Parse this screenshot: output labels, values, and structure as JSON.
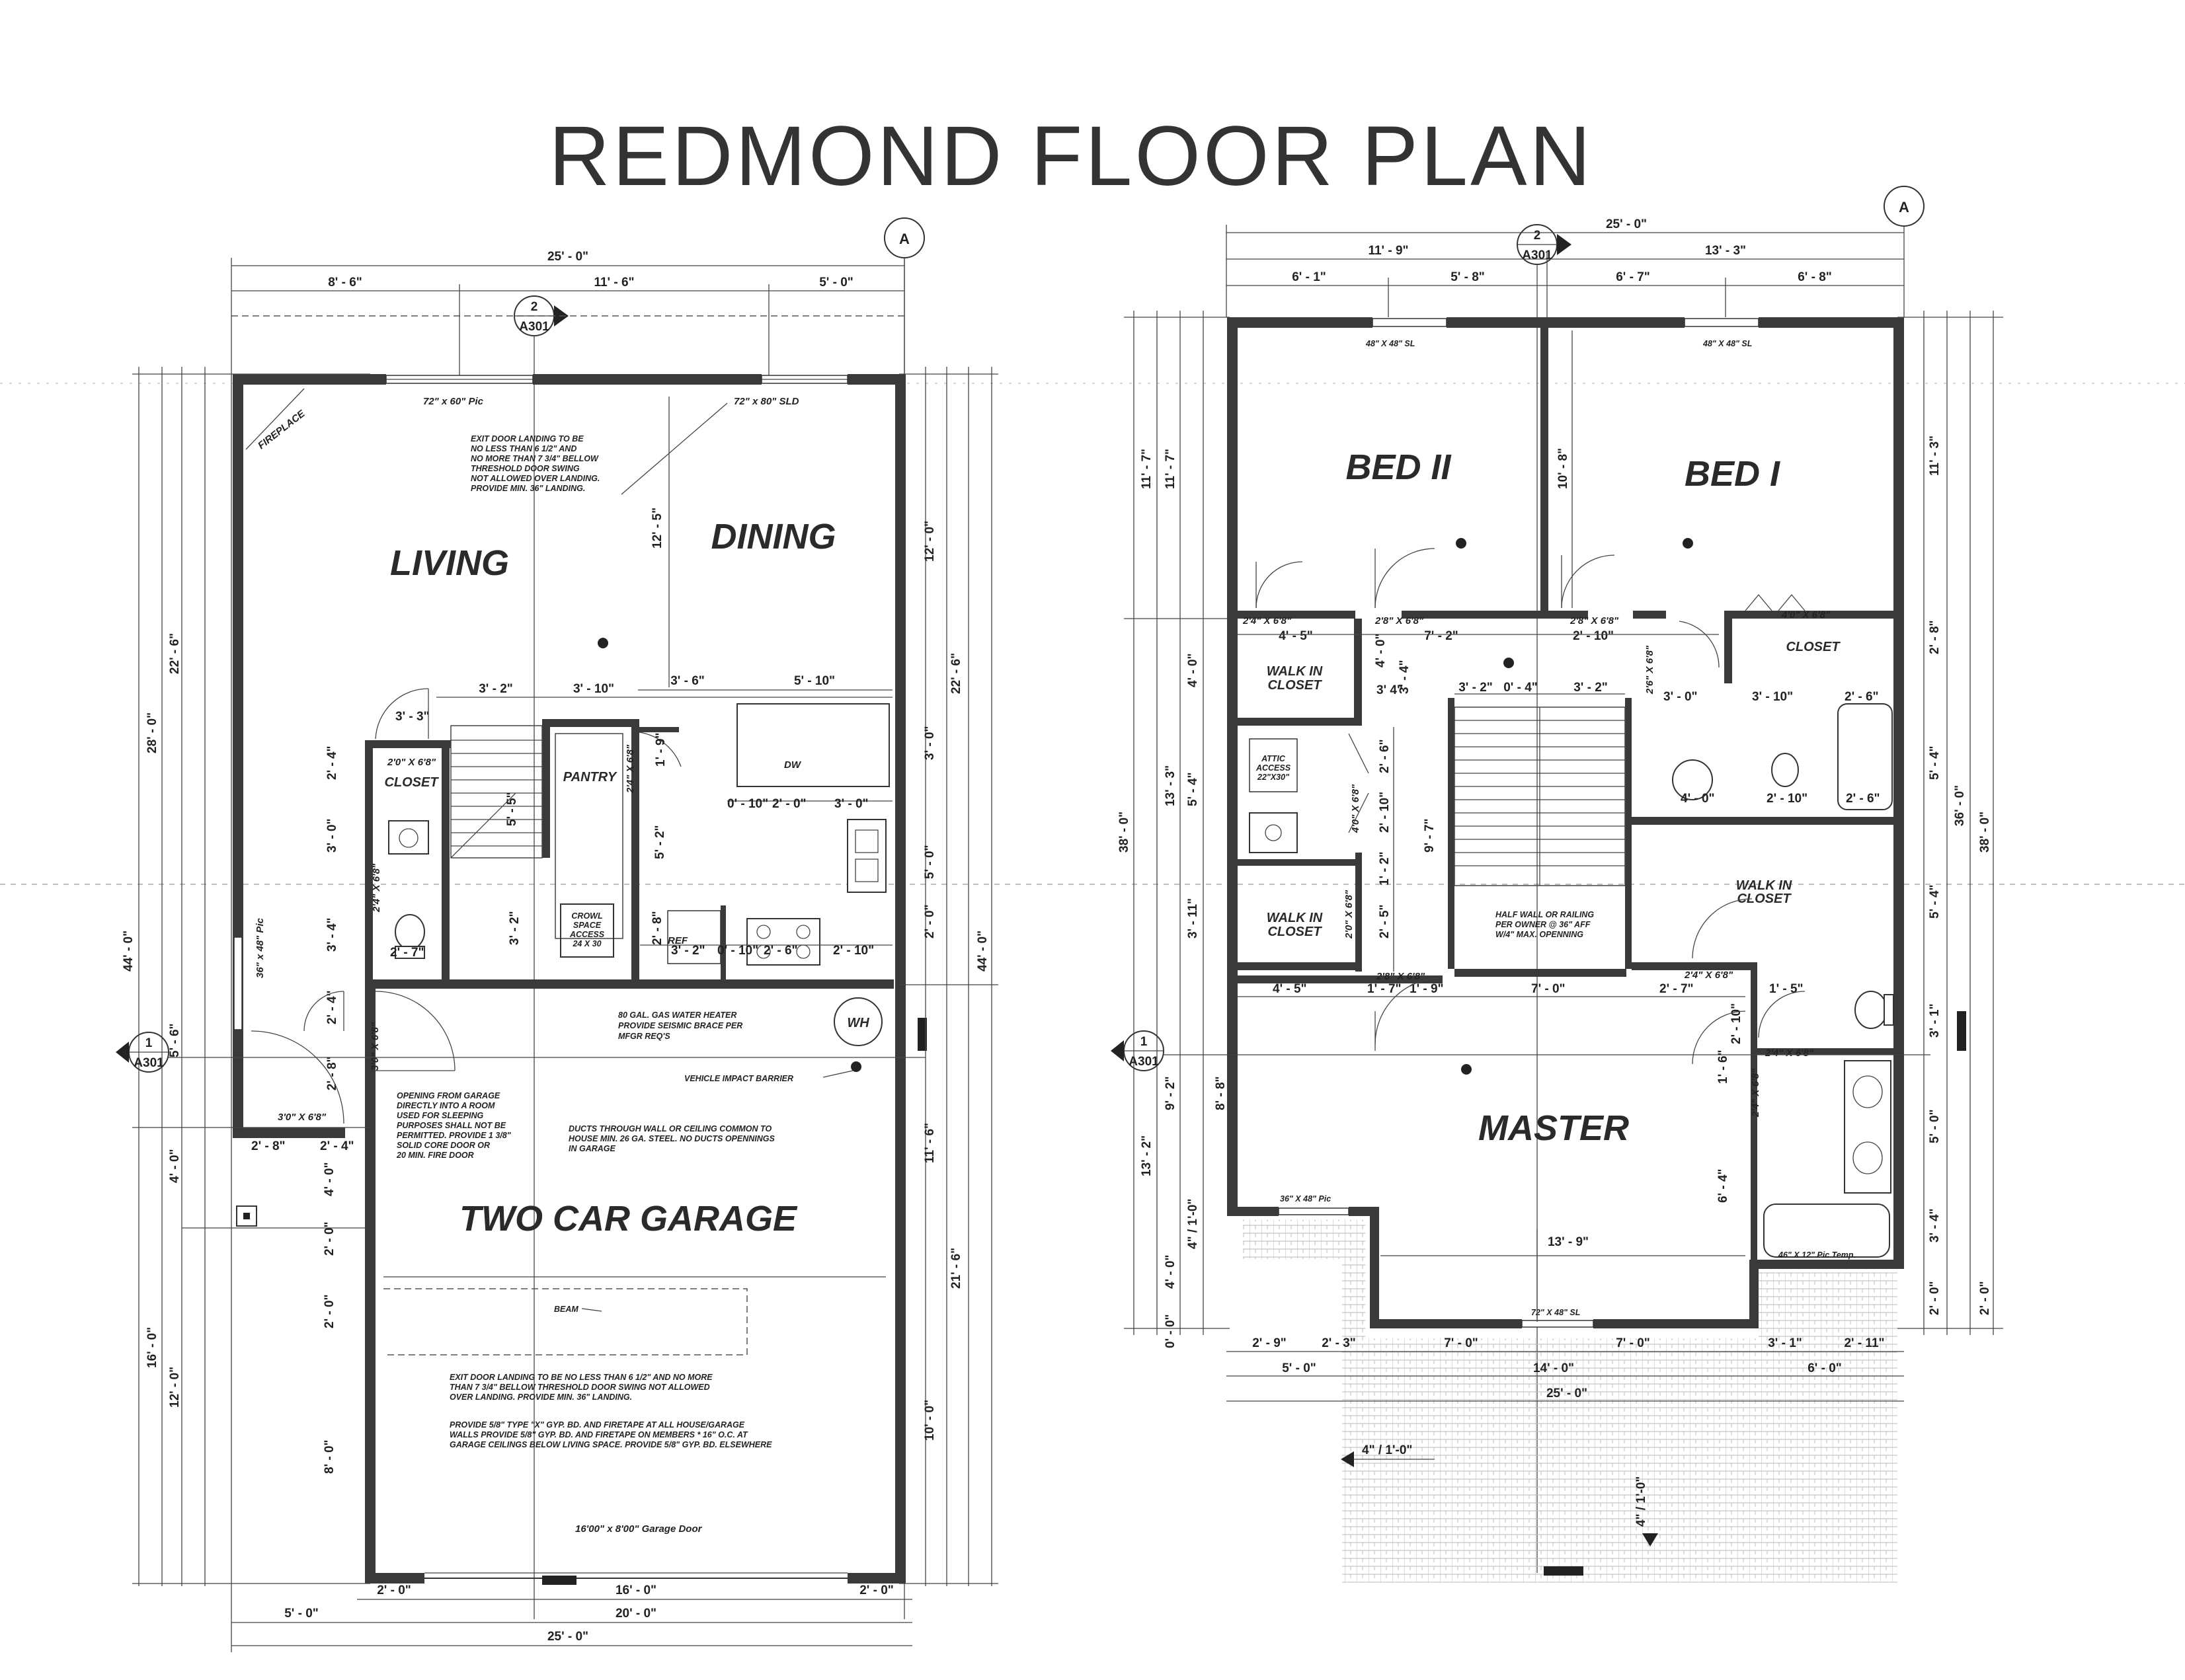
{
  "title": "REDMOND FLOOR PLAN",
  "grid_tag": "A",
  "section_tag": {
    "num": "2",
    "ref": "A301"
  },
  "section_tag_side": {
    "num": "1",
    "ref": "A301"
  },
  "ground": {
    "rooms": {
      "living": "LIVING",
      "dining": "DINING",
      "garage": "TWO CAR GARAGE",
      "pantry": "PANTRY",
      "closet": "CLOSET",
      "dw": "DW",
      "wh": "WH",
      "ref": "REF",
      "fireplace": "FIREPLACE"
    },
    "labels": {
      "win_pic": "72\" x 60\" Pic",
      "win_sld": "72\" x 80\" SLD",
      "win_side": "36\" x 48\" Pic",
      "garage_door": "16'00\" x 8'00\" Garage Door",
      "beam": "BEAM",
      "crawl_1": "CROWL",
      "crawl_2": "SPACE",
      "crawl_3": "ACCESS",
      "crawl_4": "24 X 30",
      "door_closet": "2'0\" X 6'8\"",
      "door_garage": "3'0\" X 6'8\"",
      "door_entry": "3'0\" X 6'8\"",
      "door_bath": "2'4\" X 6'8\"",
      "door_pantry": "2'4\" X 6'8\"",
      "vehicle_barrier": "VEHICLE IMPACT BARRIER"
    },
    "notes": {
      "landing": [
        "EXIT DOOR LANDING TO BE",
        "NO LESS THAN 6 1/2\" AND",
        "NO MORE THAN  7 3/4\" BELLOW",
        "THRESHOLD DOOR SWING",
        "NOT ALLOWED OVER LANDING.",
        "PROVIDE MIN. 36\" LANDING."
      ],
      "water_heater": [
        "80 GAL. GAS WATER HEATER",
        "PROVIDE SEISMIC BRACE PER",
        "MFGR REQ'S"
      ],
      "garage_opening": [
        "OPENING FROM GARAGE",
        "DIRECTLY INTO A ROOM",
        "USED FOR SLEEPING",
        "PURPOSES SHALL NOT BE",
        "PERMITTED. PROVIDE 1 3/8\"",
        "SOLID CORE DOOR OR",
        "20 MIN. FIRE DOOR"
      ],
      "ducts": [
        "DUCTS THROUGH WALL OR CEILING COMMON TO",
        "HOUSE MIN. 26 GA. STEEL. NO DUCTS OPENNINGS",
        "IN GARAGE"
      ],
      "exit_landing": [
        "EXIT DOOR LANDING TO BE NO LESS THAN 6 1/2\" AND NO MORE",
        "THAN  7 3/4\" BELLOW THRESHOLD DOOR SWING NOT ALLOWED",
        "OVER LANDING. PROVIDE MIN. 36\" LANDING."
      ],
      "gypsum": [
        "PROVIDE 5/8\" TYPE \"X\" GYP. BD. AND FIRETAPE  AT ALL HOUSE/GARAGE",
        "WALLS PROVIDE 5/8\" GYP. BD.  AND FIRETAPE ON MEMBERS * 16\" O.C. AT",
        "GARAGE CEILINGS BELOW LIVING SPACE. PROVIDE 5/8\" GYP. BD. ELSEWHERE"
      ]
    },
    "dims": {
      "top_total": "25' - 0\"",
      "top_a": "8' - 6\"",
      "top_b": "11' - 6\"",
      "top_c": "5' - 0\"",
      "left_outer": "44' - 0\"",
      "left_28": "28' - 0\"",
      "left_225": "22' - 6\"",
      "left_16": "16' - 0\"",
      "left_12": "12' - 0\"",
      "left_56": "5' - 6\"",
      "left_4": "4' - 0\"",
      "left_8": "8' - 0\"",
      "left_2a": "2' - 0\"",
      "left_2b": "2' - 0\"",
      "left_24a": "2' - 4\"",
      "left_3": "3' - 0\"",
      "left_34": "3' - 4\"",
      "left_24b": "2' - 4\"",
      "left_28b": "2' - 8\"",
      "left_32": "3' - 2\"",
      "right_outer": "44' - 0\"",
      "right_225": "22' - 6\"",
      "right_215": "21' - 6\"",
      "right_12": "12' - 0\"",
      "right_3": "3' - 0\"",
      "right_5": "5' - 0\"",
      "right_2": "2' - 0\"",
      "right_116": "11' - 6\"",
      "right_10": "10' - 0\"",
      "living_125": "12' - 5\"",
      "int_32": "3' - 2\"",
      "int_310": "3' - 10\"",
      "int_36": "3' - 6\"",
      "int_510": "5' - 10\"",
      "int_33": "3' - 3\"",
      "int_010": "0' - 10\"",
      "int_20": "2' - 0\"",
      "int_30": "3' - 0\"",
      "int_55": "5' - 5\"",
      "int_52": "5' - 2\"",
      "int_19": "1' - 9\"",
      "int_27": "2' - 7\"",
      "int_28": "2' - 8\"",
      "int_32b": "3' - 2\"",
      "int_010b": "0' - 10\"",
      "int_26": "2' - 6\"",
      "int_210": "2' - 10\"",
      "int_28c": "2' - 8\"",
      "int_24": "2' - 4\"",
      "bot_2a": "2' - 0\"",
      "bot_16": "16' - 0\"",
      "bot_2b": "2' - 0\"",
      "bot_20": "20' - 0\"",
      "bot_5": "5' - 0\"",
      "bot_25": "25' - 0\""
    }
  },
  "upper": {
    "rooms": {
      "bed2": "BED II",
      "bed1": "BED I",
      "master": "MASTER",
      "closet": "CLOSET",
      "walkin1": [
        "WALK IN",
        "CLOSET"
      ],
      "walkin2": [
        "WALK IN",
        "CLOSET"
      ],
      "walkin3": [
        "WALK IN",
        "CLOSET"
      ],
      "attic": [
        "ATTIC",
        "ACCESS",
        "22\"X30\""
      ]
    },
    "labels": {
      "win_bed2": "48\" X 48\" SL",
      "win_bed1": "48\" X 48\" SL",
      "win_master_l": "36\" X 48\" Pic",
      "win_master_b": "72\" X 48\" SL",
      "win_bath": "46\" X 12\" Pic Temp.",
      "closet_door": "4'0\" X 6'8\"",
      "door_a": "2'4\" X 6'8\"",
      "door_b": "2'8\" X 6'8\"",
      "door_c": "2'8\" X 6'8\"",
      "door_d": "2'6\" X 6'8\"",
      "door_e": "2'8\" X 6'8\"",
      "door_f": "2'4\" X 6'8\"",
      "door_g": "2'4\" X 6'8\"",
      "door_h": "2'4\" X 6'8\"",
      "door_i": "4'0\" X 6'8\"",
      "door_j": "2'0\" X 6'8\"",
      "roof_a": "4\" / 1'-0\"",
      "roof_b": "4\" / 1'-0\"",
      "roof_c": "4\" / 1'-0\""
    },
    "notes": {
      "half_wall": [
        "HALF WALL OR RAILING",
        "PER OWNER @ 36\" AFF",
        "W/4\" MAX. OPENNING"
      ]
    },
    "dims": {
      "top_total": "25' - 0\"",
      "top_a": "11' - 9\"",
      "top_b": "13' - 3\"",
      "top_c": "6' - 1\"",
      "top_d": "5' - 8\"",
      "top_e": "6' - 7\"",
      "top_f": "6' - 8\"",
      "left_38": "38' - 0\"",
      "left_117a": "11' - 7\"",
      "left_117b": "11' - 7\"",
      "left_133": "13' - 3\"",
      "left_132": "13' - 2\"",
      "left_4a": "4' - 0\"",
      "left_54": "5' - 4\"",
      "left_311": "3' - 11\"",
      "left_92": "9' - 2\"",
      "left_88": "8' - 8\"",
      "left_4b": "4' - 0\"",
      "left_0": "0' - 0\"",
      "right_38": "38' - 0\"",
      "right_36": "36' - 0\"",
      "right_113": "11' - 3\"",
      "right_28": "2' - 8\"",
      "right_54a": "5' - 4\"",
      "right_54b": "5' - 4\"",
      "right_31": "3' - 1\"",
      "right_5": "5' - 0\"",
      "right_34": "3' - 4\"",
      "right_2a": "2' - 0\"",
      "right_2b": "2' - 0\"",
      "bed1_108": "10' - 8\"",
      "int_45": "4' - 5\"",
      "int_72": "7' - 2\"",
      "int_210": "2' - 10\"",
      "int_40": "4' - 0\"",
      "int_34a": "3' - 4\"",
      "int_34b": "3' 4\"",
      "int_32a": "3' - 2\"",
      "int_04": "0' - 4\"",
      "int_32b": "3' - 2\"",
      "int_30": "3' - 0\"",
      "int_310": "3' - 10\"",
      "int_26": "2' - 6\"",
      "int_40b": "4' - 0\"",
      "int_210b": "2' - 10\"",
      "int_2106": "2' - 10\"",
      "int_26b": "2' - 6\"",
      "int_97": "9' - 7\"",
      "int_12": "1' - 2\"",
      "int_25": "2' - 5\"",
      "int_26c": "2' - 6\"",
      "int_45b": "4' - 5\"",
      "int_17": "1' - 7\"",
      "int_19": "1' - 9\"",
      "int_70": "7' - 0\"",
      "int_27": "2' - 7\"",
      "int_210c": "2' - 10\"",
      "int_15": "1' - 5\"",
      "int_16": "1' - 6\"",
      "int_64": "6' - 4\"",
      "int_139": "13' - 9\"",
      "bot_29": "2' - 9\"",
      "bot_23": "2' - 3\"",
      "bot_7a": "7' - 0\"",
      "bot_7b": "7' - 0\"",
      "bot_31": "3' - 1\"",
      "bot_211": "2' - 11\"",
      "bot_5": "5' - 0\"",
      "bot_14": "14' - 0\"",
      "bot_6": "6' - 0\"",
      "bot_25": "25' - 0\""
    }
  }
}
